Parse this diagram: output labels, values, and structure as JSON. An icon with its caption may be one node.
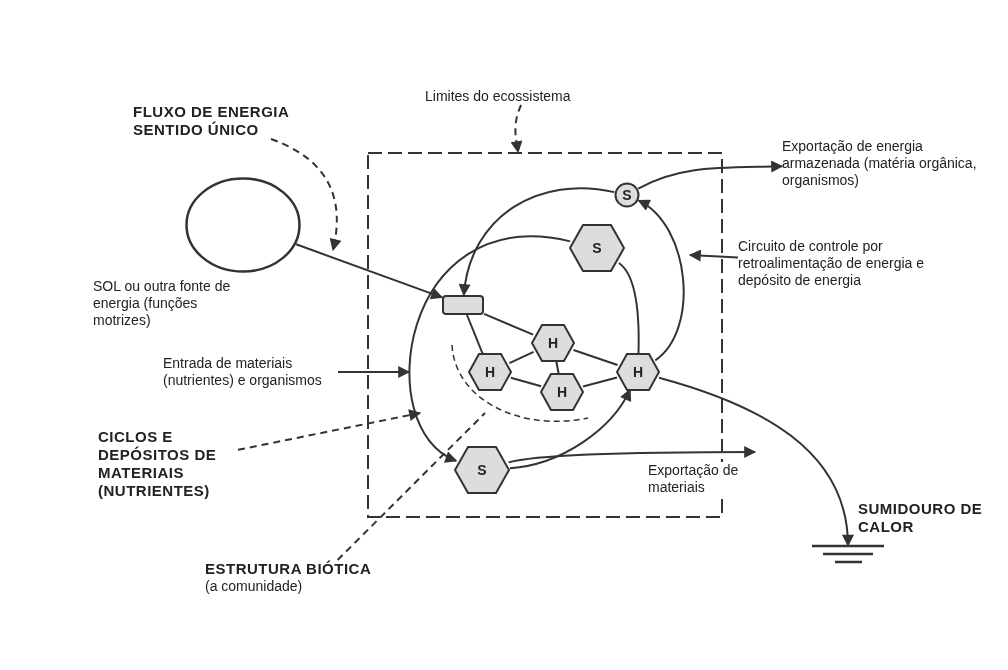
{
  "diagram": {
    "nodes": [
      {
        "text": [
          "FLUXO DE ENERGIA SENTIDO ÚNICO"
        ]
      },
      {
        "text": [
          "Limites do ecossistema"
        ]
      },
      {
        "text": [],
        "shape": "circle",
        "beside": [
          "SOL ou outra fonte de energia (funções motrizes)"
        ]
      },
      {
        "text": [],
        "shape": "box"
      },
      {
        "text": [],
        "shape": "box",
        "in": 3
      },
      {
        "text": [
          "S"
        ],
        "in": 3
      },
      {
        "text": [
          "S"
        ],
        "in": 3
      },
      {
        "text": [
          "H"
        ],
        "in": 3
      },
      {
        "text": [
          "H"
        ],
        "in": 3
      },
      {
        "text": [
          "H"
        ],
        "in": 3
      },
      {
        "text": [
          "H"
        ],
        "in": 3
      },
      {
        "text": [
          "S"
        ],
        "in": 3
      },
      {
        "text": [
          "Exportação de energia armazenada (matéria orgânica, organismos)"
        ]
      },
      {
        "text": [
          "Circuito de controle por retroalimentação de energia e depósito de energia"
        ]
      },
      {
        "text": [
          "Entrada de materiais (nutrientes) e organismos"
        ]
      },
      {
        "text": [
          "CICLOS E DEPÓSITOS DE MATERIAIS (NUTRIENTES)"
        ]
      },
      {
        "text": [
          "SUMIDOURO DE CALOR"
        ]
      },
      {
        "text": [
          "ESTRUTURA BIÓTICA",
          "(a comunidade)"
        ]
      }
    ],
    "edges": [
      {
        "from": 2,
        "to": 4,
        "arrow": "to"
      },
      {
        "from": 4,
        "to": 7,
        "arrow": "none"
      },
      {
        "from": 7,
        "to": 10,
        "arrow": "none"
      },
      {
        "from": 10,
        "to": 16,
        "arrow": "to"
      },
      {
        "from": 10,
        "to": 5,
        "arrow": "to"
      },
      {
        "from": 5,
        "to": 4,
        "arrow": "to"
      },
      {
        "from": 5,
        "to": 12,
        "arrow": "to"
      },
      {
        "from": 10,
        "to": 6,
        "arrow": "none"
      },
      {
        "from": 6,
        "to": 11,
        "arrow": "to"
      },
      {
        "from": 11,
        "to": 10,
        "arrow": "to"
      },
      {
        "from": 4,
        "to": 8,
        "arrow": "none"
      },
      {
        "from": 8,
        "to": 7,
        "arrow": "none"
      },
      {
        "from": 8,
        "to": 9,
        "arrow": "none"
      },
      {
        "from": 7,
        "to": 9,
        "arrow": "none"
      },
      {
        "from": 9,
        "to": 10,
        "arrow": "none"
      },
      {
        "from": 11,
        "to": null,
        "arrow": "to",
        "label": "Exportação de materiais"
      },
      {
        "from": 0,
        "to": null,
        "arrow": "to",
        "style": "dashed"
      },
      {
        "from": 1,
        "to": 3,
        "arrow": "to",
        "style": "dashed"
      },
      {
        "from": 13,
        "to": null,
        "arrow": "to"
      },
      {
        "from": 14,
        "to": null,
        "arrow": "to"
      },
      {
        "from": 15,
        "to": null,
        "arrow": "to",
        "style": "dashed"
      },
      {
        "from": 17,
        "to": null,
        "arrow": "none",
        "style": "dashed"
      }
    ]
  }
}
